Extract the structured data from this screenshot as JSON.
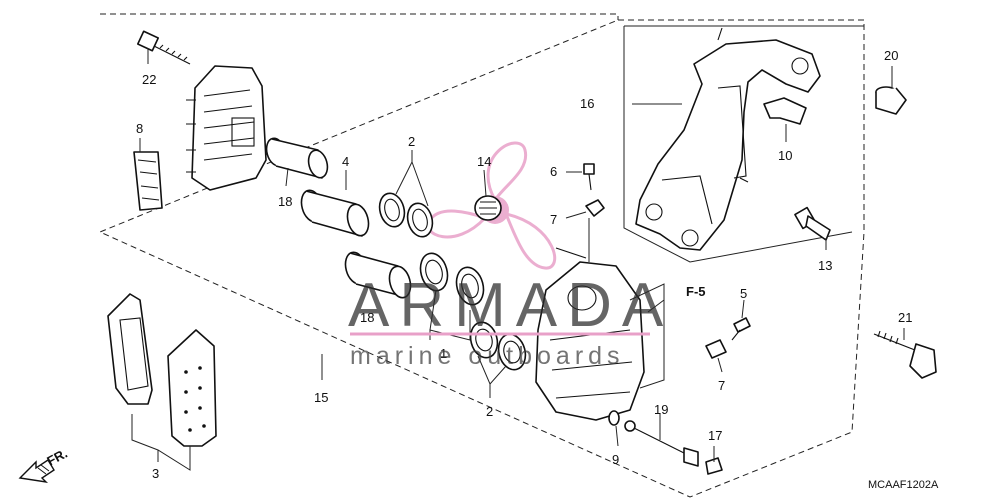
{
  "diagram_code": "MCAAF1202A",
  "direction_label": "FR.",
  "ref_label": "F-5",
  "watermark": {
    "brand": "ARMADA",
    "tagline": "marine outboards",
    "accent_color": "#e8a0c8"
  },
  "callouts": {
    "n22": "22",
    "n8": "8",
    "n4": "4",
    "n18a": "18",
    "n18b": "18",
    "n2a": "2",
    "n2b": "2",
    "n1": "1",
    "n14": "14",
    "n6": "6",
    "n7a": "7",
    "n7b": "7",
    "n16": "16",
    "n10": "10",
    "n20": "20",
    "n13": "13",
    "n5": "5",
    "n21": "21",
    "n15": "15",
    "n3": "3",
    "n19": "19",
    "n9": "9",
    "n17": "17"
  }
}
